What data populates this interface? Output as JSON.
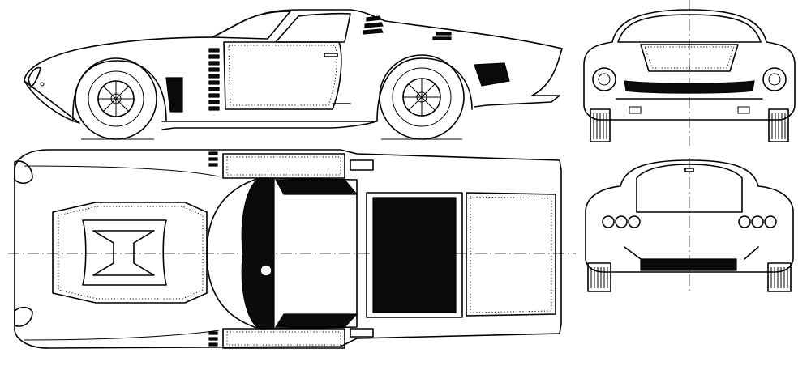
{
  "drawing": {
    "views": [
      "side",
      "top",
      "front",
      "rear"
    ],
    "colors": {
      "line": "#000000",
      "fill": "#ffffff",
      "solid": "#0b0b0b"
    }
  }
}
